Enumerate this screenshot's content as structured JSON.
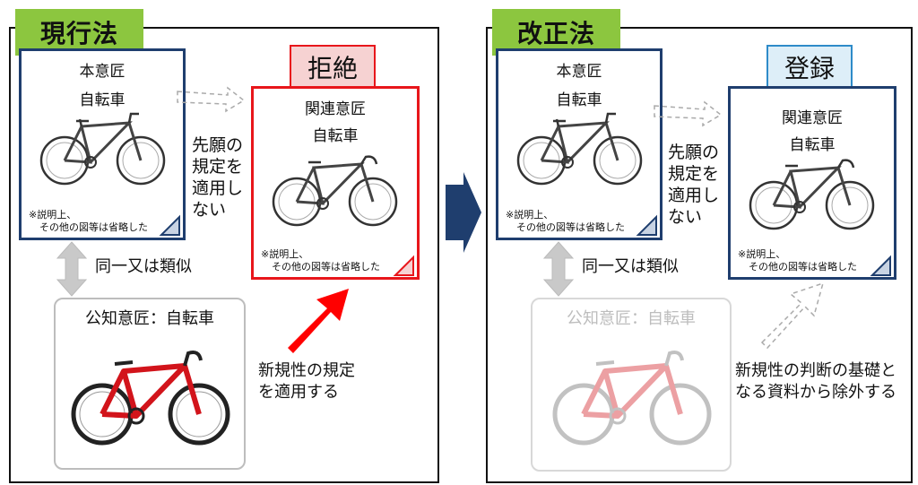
{
  "current_law": {
    "title": "現行法",
    "original_design": {
      "label": "本意匠",
      "article": "自転車",
      "note_line1": "※説明上、",
      "note_line2": "その他の図等は省略した"
    },
    "related_design": {
      "label": "関連意匠",
      "article": "自転車",
      "note_line1": "※説明上、",
      "note_line2": "その他の図等は省略した"
    },
    "result": "拒絶",
    "prior_rule": [
      "先願の",
      "規定を",
      "適用し",
      "ない"
    ],
    "similarity": "同一又は類似",
    "public_design": {
      "label": "公知意匠：自転車"
    },
    "novelty": [
      "新規性の規定",
      "を適用する"
    ]
  },
  "revised_law": {
    "title": "改正法",
    "original_design": {
      "label": "本意匠",
      "article": "自転車",
      "note_line1": "※説明上、",
      "note_line2": "その他の図等は省略した"
    },
    "related_design": {
      "label": "関連意匠",
      "article": "自転車",
      "note_line1": "※説明上、",
      "note_line2": "その他の図等は省略した"
    },
    "result": "登録",
    "prior_rule": [
      "先願の",
      "規定を",
      "適用し",
      "ない"
    ],
    "similarity": "同一又は類似",
    "public_design": {
      "label": "公知意匠：自転車"
    },
    "novelty": [
      "新規性の判断の基礎と",
      "なる資料から除外する"
    ]
  },
  "colors": {
    "tag": "#8cc63f",
    "doc_border": "#1f3e6e",
    "reject": "#e8161b",
    "reject_fill": "#f6d2d2",
    "register_border": "#2e8bc9",
    "register_fill": "#ddeef8",
    "transition_arrow": "#1f3e6e",
    "bike_red": "#d2141b"
  }
}
